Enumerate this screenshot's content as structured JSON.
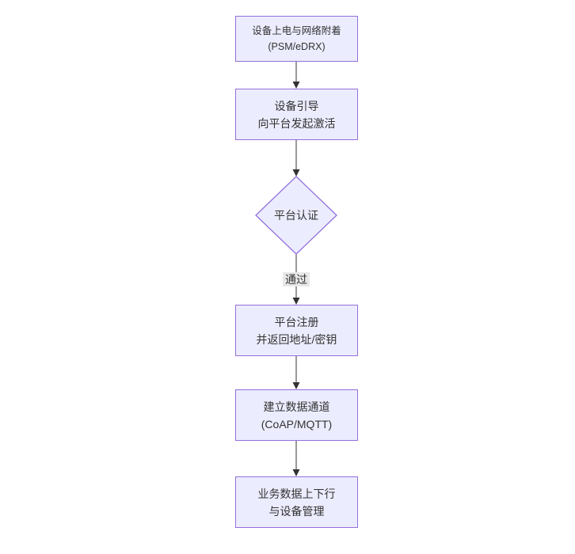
{
  "diagram": {
    "type": "flowchart",
    "direction": "top-to-bottom",
    "nodes": [
      {
        "id": "power_attach",
        "shape": "rect",
        "lines": [
          "设备上电与网络附着",
          "(PSM/eDRX)"
        ]
      },
      {
        "id": "bootstrap",
        "shape": "rect",
        "lines": [
          "设备引导",
          "向平台发起激活"
        ]
      },
      {
        "id": "platform_auth",
        "shape": "diamond",
        "lines": [
          "平台认证"
        ]
      },
      {
        "id": "platform_register",
        "shape": "rect",
        "lines": [
          "平台注册",
          "并返回地址/密钥"
        ]
      },
      {
        "id": "data_channel",
        "shape": "rect",
        "lines": [
          "建立数据通道",
          "(CoAP/MQTT)"
        ]
      },
      {
        "id": "business_data",
        "shape": "rect",
        "lines": [
          "业务数据上下行",
          "与设备管理"
        ]
      }
    ],
    "edges": [
      {
        "from": "power_attach",
        "to": "bootstrap",
        "label": ""
      },
      {
        "from": "bootstrap",
        "to": "platform_auth",
        "label": ""
      },
      {
        "from": "platform_auth",
        "to": "platform_register",
        "label": "通过"
      },
      {
        "from": "platform_register",
        "to": "data_channel",
        "label": ""
      },
      {
        "from": "data_channel",
        "to": "business_data",
        "label": ""
      }
    ],
    "colors": {
      "node_fill": "#ECECFF",
      "node_border": "#9370DB",
      "edge": "#333333",
      "text": "#333333",
      "edge_label_bg": "#e8e8e8",
      "background": "#ffffff"
    }
  }
}
